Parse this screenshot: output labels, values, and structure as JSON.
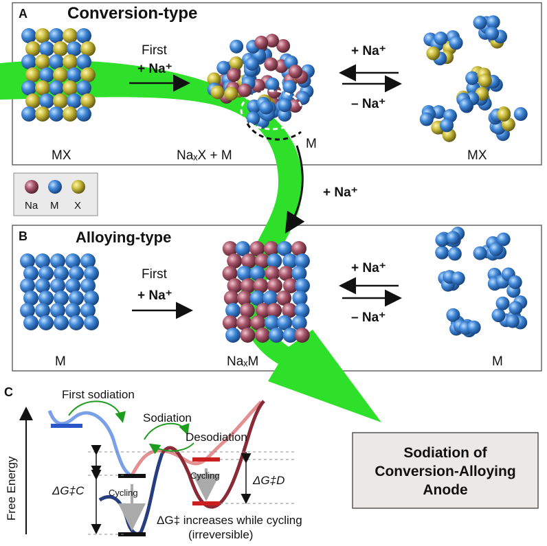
{
  "panel_a": {
    "letter": "A",
    "title": "Conversion-type",
    "first_arrow": {
      "line1": "First",
      "line2": "+ Na⁺"
    },
    "rev_top": "+ Na⁺",
    "rev_bottom": "– Na⁺",
    "label_mx_left": "MX",
    "label_naxm": "NaₓX + M",
    "label_m": "M",
    "label_mx_right": "MX"
  },
  "legend": {
    "na": "Na",
    "m": "M",
    "x": "X"
  },
  "mid_arrow_label": "+ Na⁺",
  "panel_b": {
    "letter": "B",
    "title": "Alloying-type",
    "first_arrow": {
      "line1": "First",
      "line2": "+ Na⁺"
    },
    "rev_top": "+ Na⁺",
    "rev_bottom": "– Na⁺",
    "label_m_left": "M",
    "label_naxm": "NaₓM",
    "label_m_right": "M"
  },
  "panel_c": {
    "letter": "C",
    "y_axis": "Free Energy",
    "first_sodiation": "First sodiation",
    "sodiation": "Sodiation",
    "desodiation": "Desodiation",
    "cycling_left": "Cycling",
    "cycling_right": "Cycling",
    "dgc": "ΔG‡C",
    "dgd": "ΔG‡D",
    "note_line1": "ΔG‡ increases while cycling",
    "note_line2": "(irreversible)"
  },
  "summary_box": {
    "line1": "Sodiation of",
    "line2": "Conversion-Alloying",
    "line3": "Anode"
  },
  "colors": {
    "na": "#a8566a",
    "m": "#3f86d6",
    "x": "#c8ba3a",
    "green": "#2ee02a",
    "red": "#cc1f1f",
    "blue_bar": "#2a56c8"
  }
}
